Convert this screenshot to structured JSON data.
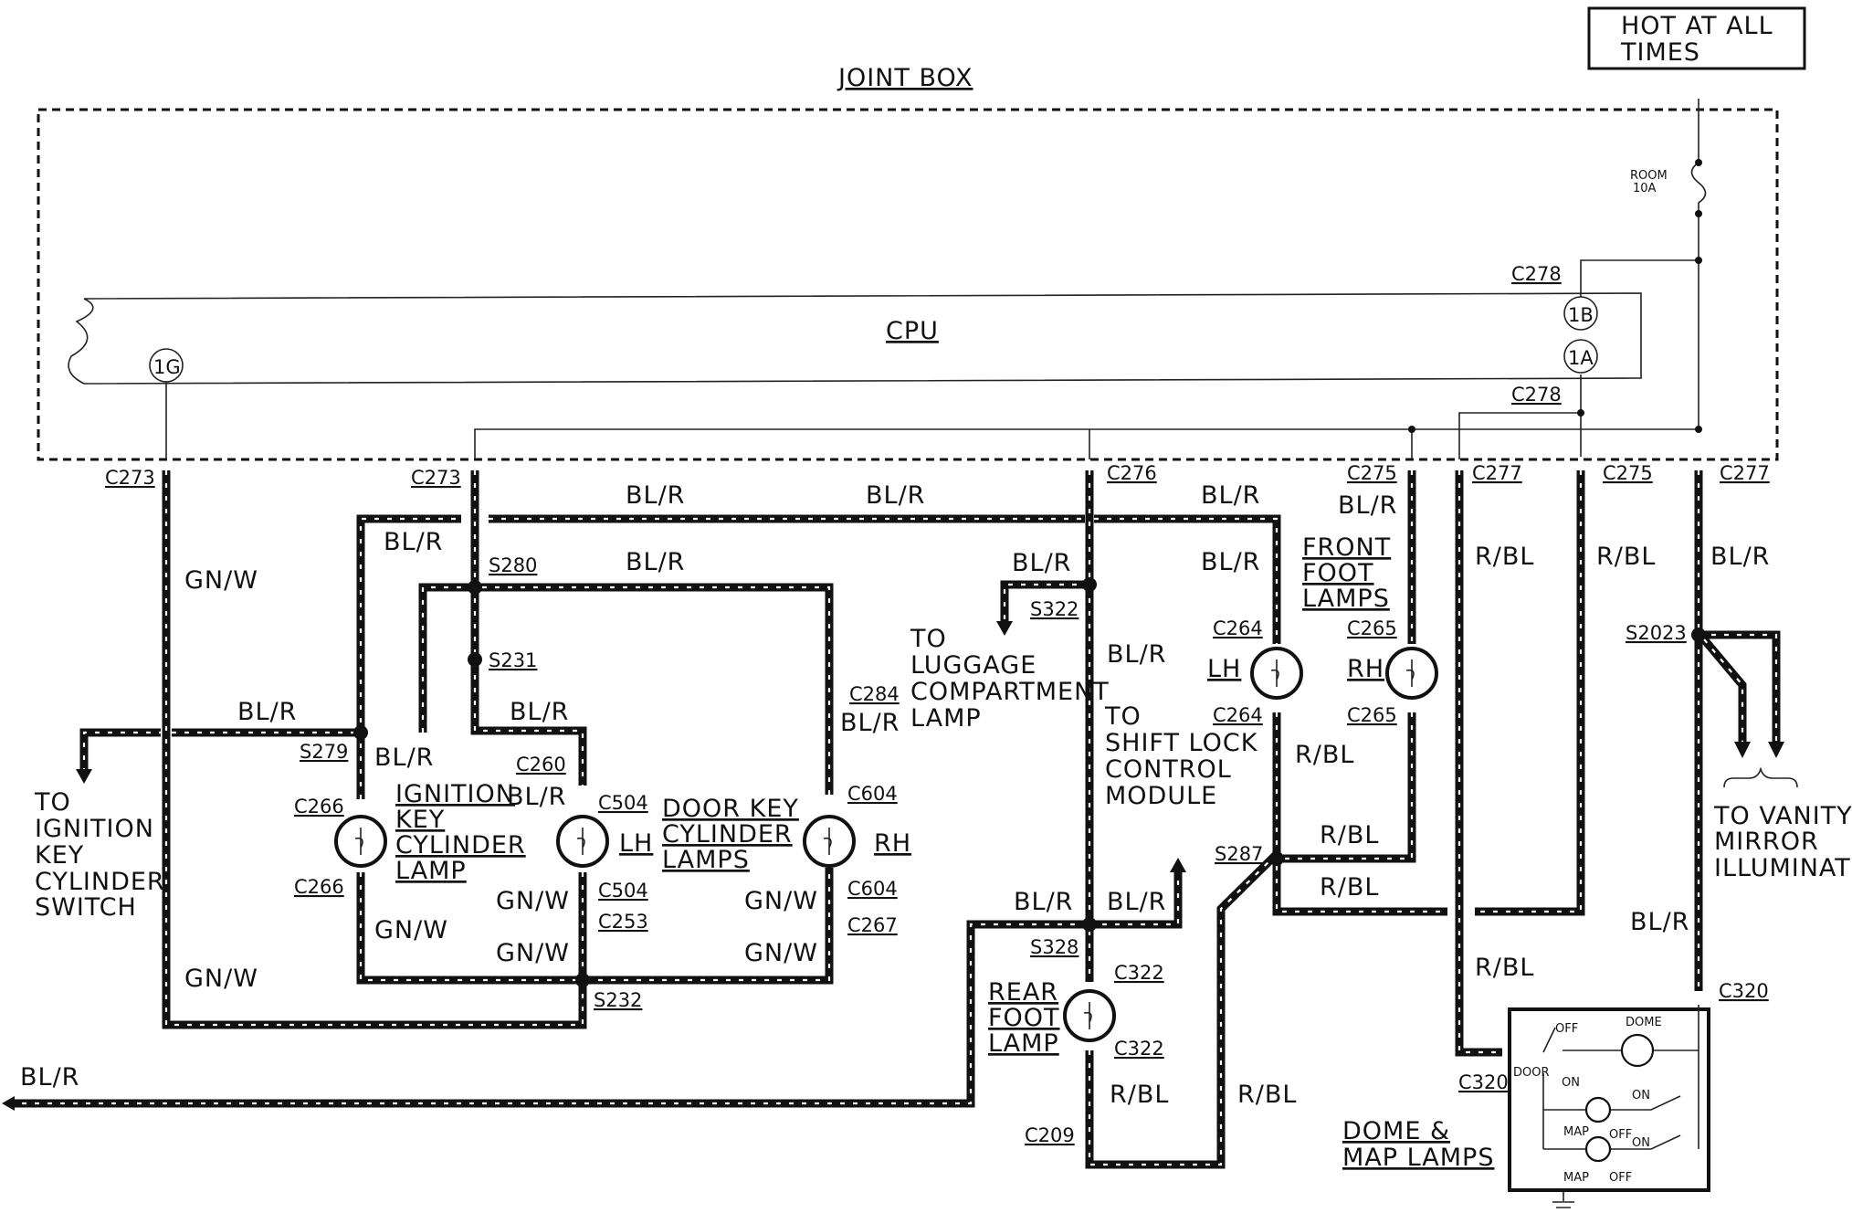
{
  "header": {
    "title": "JOINT BOX",
    "hot_at_all_times": [
      "HOT AT ALL",
      "TIMES"
    ]
  },
  "fuse": {
    "name": "ROOM",
    "rating": "10A"
  },
  "module": {
    "name": "CPU",
    "pins": [
      "1G",
      "1B",
      "1A"
    ]
  },
  "connectors": [
    "C273",
    "C273",
    "C276",
    "C275",
    "C277",
    "C275",
    "C277",
    "C278",
    "C278",
    "C266",
    "C266",
    "C260",
    "C504",
    "C504",
    "C253",
    "C284",
    "C604",
    "C604",
    "C267",
    "C264",
    "C264",
    "C265",
    "C265",
    "C322",
    "C322",
    "C209",
    "C320",
    "C320"
  ],
  "splices": [
    "S280",
    "S231",
    "S279",
    "S232",
    "S322",
    "S328",
    "S287",
    "S2023"
  ],
  "wire_colors": [
    "GN/W",
    "BL/R",
    "R/BL"
  ],
  "destinations": {
    "ignition": [
      "TO",
      "IGNITION",
      "KEY",
      "CYLINDER",
      "SWITCH"
    ],
    "luggage": [
      "TO",
      "LUGGAGE",
      "COMPARTMENT",
      "LAMP"
    ],
    "shift": [
      "TO",
      "SHIFT LOCK",
      "CONTROL",
      "MODULE"
    ],
    "vanity": [
      "TO VANITY",
      "MIRROR",
      "ILLUMINATIO"
    ]
  },
  "components": {
    "ignition_lamp": [
      "IGNITION",
      "KEY",
      "CYLINDER",
      "LAMP"
    ],
    "door_key": [
      "DOOR KEY",
      "CYLINDER",
      "LAMPS"
    ],
    "front_foot": [
      "FRONT",
      "FOOT",
      "LAMPS"
    ],
    "rear_foot": [
      "REAR",
      "FOOT",
      "LAMP"
    ],
    "dome_map": [
      "DOME &",
      "MAP LAMPS"
    ],
    "side_lh": "LH",
    "side_rh": "RH",
    "switch_labels": {
      "off": "OFF",
      "on": "ON",
      "dome": "DOME",
      "door": "DOOR",
      "map": "MAP"
    }
  }
}
